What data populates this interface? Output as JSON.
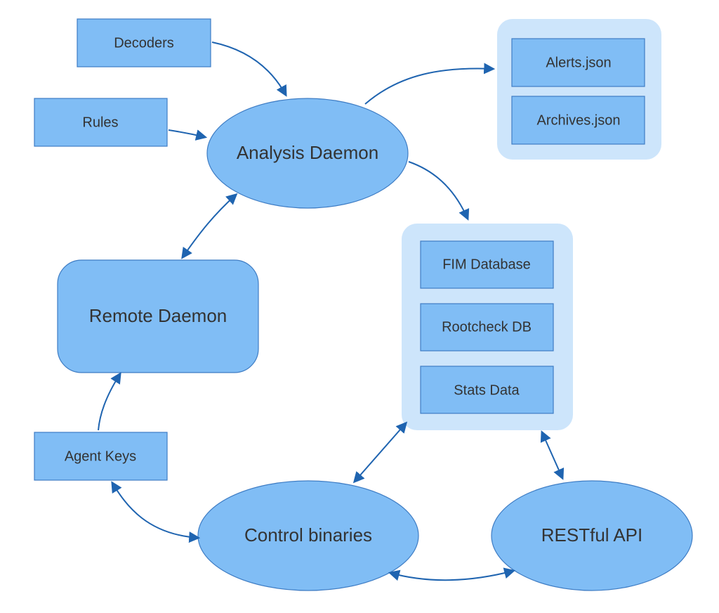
{
  "nodes": {
    "decoders": "Decoders",
    "rules": "Rules",
    "analysis_daemon": "Analysis Daemon",
    "alerts_json": "Alerts.json",
    "archives_json": "Archives.json",
    "remote_daemon": "Remote Daemon",
    "fim_database": "FIM Database",
    "rootcheck_db": "Rootcheck DB",
    "stats_data": "Stats Data",
    "agent_keys": "Agent Keys",
    "control_binaries": "Control binaries",
    "restful_api": "RESTful API"
  },
  "colors": {
    "node_fill": "#80bdf5",
    "node_stroke": "#3f7dc4",
    "container_fill": "#cde5fb",
    "arrow": "#1f64b0",
    "text": "#333333"
  }
}
